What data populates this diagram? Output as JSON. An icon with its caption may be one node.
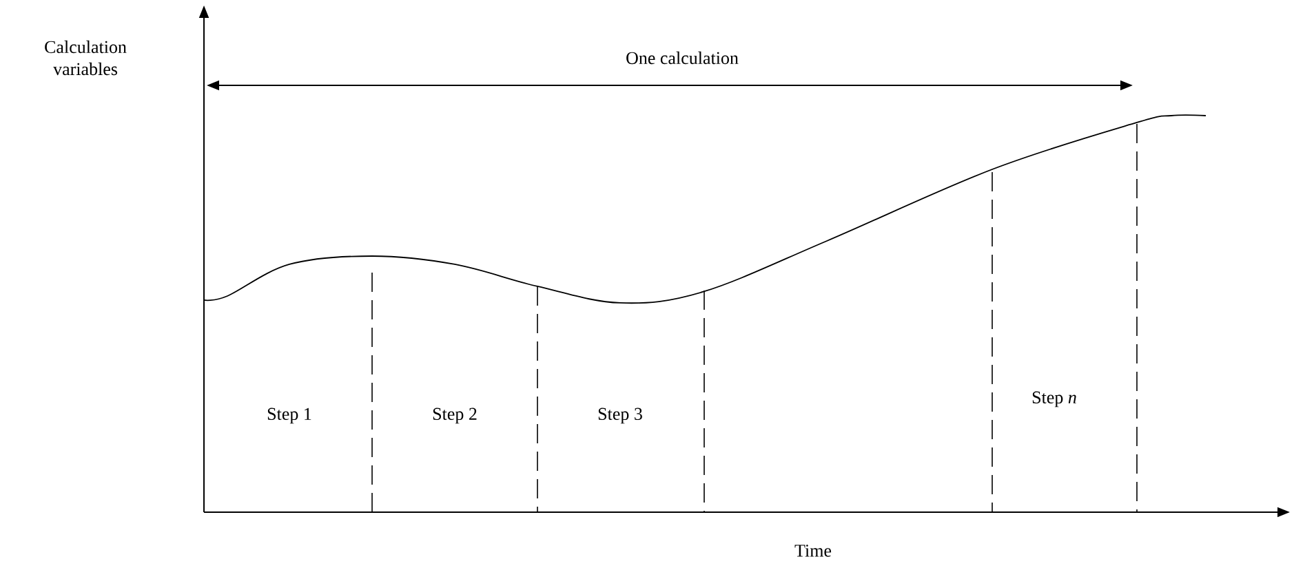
{
  "diagram": {
    "labels": [
      "Calculation variables",
      "One calculation",
      "Step 1",
      "Step 2",
      "Step 3",
      "Step *n*",
      "Time"
    ]
  }
}
